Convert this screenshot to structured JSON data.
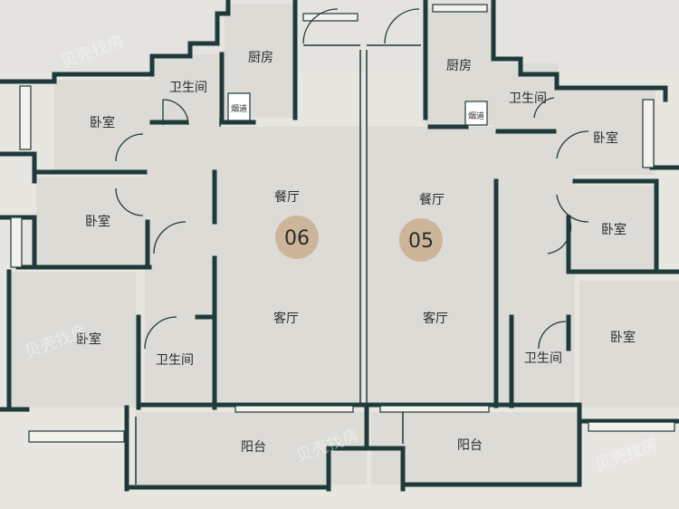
{
  "watermark": "贝壳找房",
  "units": [
    {
      "number": "06",
      "rooms": {
        "kitchen": "厨房",
        "flue": "烟道",
        "bath_top": "卫生间",
        "bedroom_1": "卧室",
        "bedroom_2": "卧室",
        "bedroom_3": "卧室",
        "bath_bottom": "卫生间",
        "dining": "餐厅",
        "living": "客厅",
        "balcony": "阳台"
      }
    },
    {
      "number": "05",
      "rooms": {
        "kitchen": "厨房",
        "flue": "烟道",
        "bath_top": "卫生间",
        "bedroom_1": "卧室",
        "bedroom_2": "卧室",
        "bedroom_3": "卧室",
        "bath_bottom": "卫生间",
        "dining": "餐厅",
        "living": "客厅",
        "balcony": "阳台"
      }
    }
  ],
  "colors": {
    "paper": "#e8e6e1",
    "wall": "#1f3a3a",
    "badge": "#cdb59a"
  }
}
